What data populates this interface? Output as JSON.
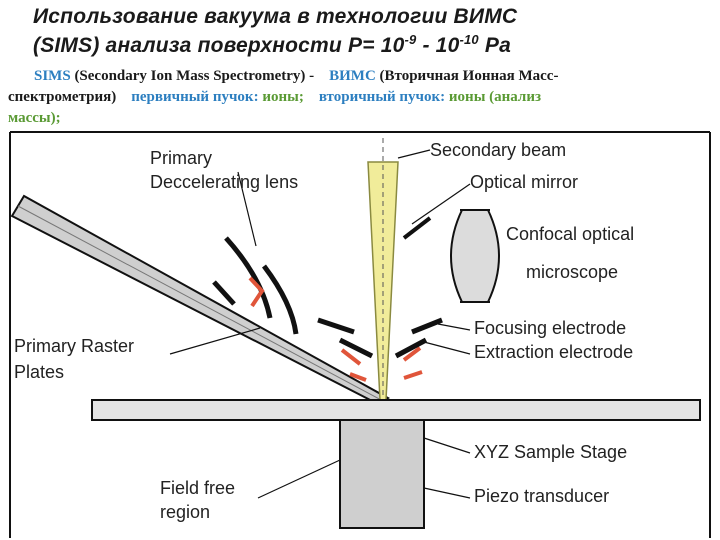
{
  "title": {
    "line1": "Использование вакуума  в технологии  ВИМС",
    "line2_pre": "(SIMS) анализа поверхности   P= 10",
    "exp1": "-9",
    "line2_mid": " - 10",
    "exp2": "-10",
    "line2_post": " Pa"
  },
  "description": {
    "sims_abbr": "SIMS",
    "sims_full": " (Secondary Ion Mass Spectrometry) -",
    "vims_abbr": "ВИМС",
    "vims_full": " (Вторичная Ионная Масс-",
    "vims_cont": "спектрометрия)",
    "primary_label": "первичный пучок:",
    "primary_value": "ионы;",
    "secondary_label": "вторичный пучок:",
    "secondary_value": "ионы (анализ",
    "secondary_cont": "массы);"
  },
  "diagram": {
    "labels": {
      "primary_lens_1": "Primary",
      "primary_lens_2": "Deccelerating lens",
      "secondary_beam": "Secondary beam",
      "optical_mirror": "Optical mirror",
      "confocal_1": "Confocal optical",
      "confocal_2": "microscope",
      "raster_1": "Primary Raster",
      "raster_2": "Plates",
      "focusing": "Focusing electrode",
      "extraction": "Extraction electrode",
      "xyz_stage": "XYZ Sample Stage",
      "field_free_1": "Field free",
      "field_free_2": "region",
      "piezo": "Piezo transducer"
    },
    "colors": {
      "beam_yellow": "#f1ec9a",
      "lens_gray": "#c9c9c9",
      "ion_red": "#e0553a",
      "line": "#111111"
    }
  }
}
